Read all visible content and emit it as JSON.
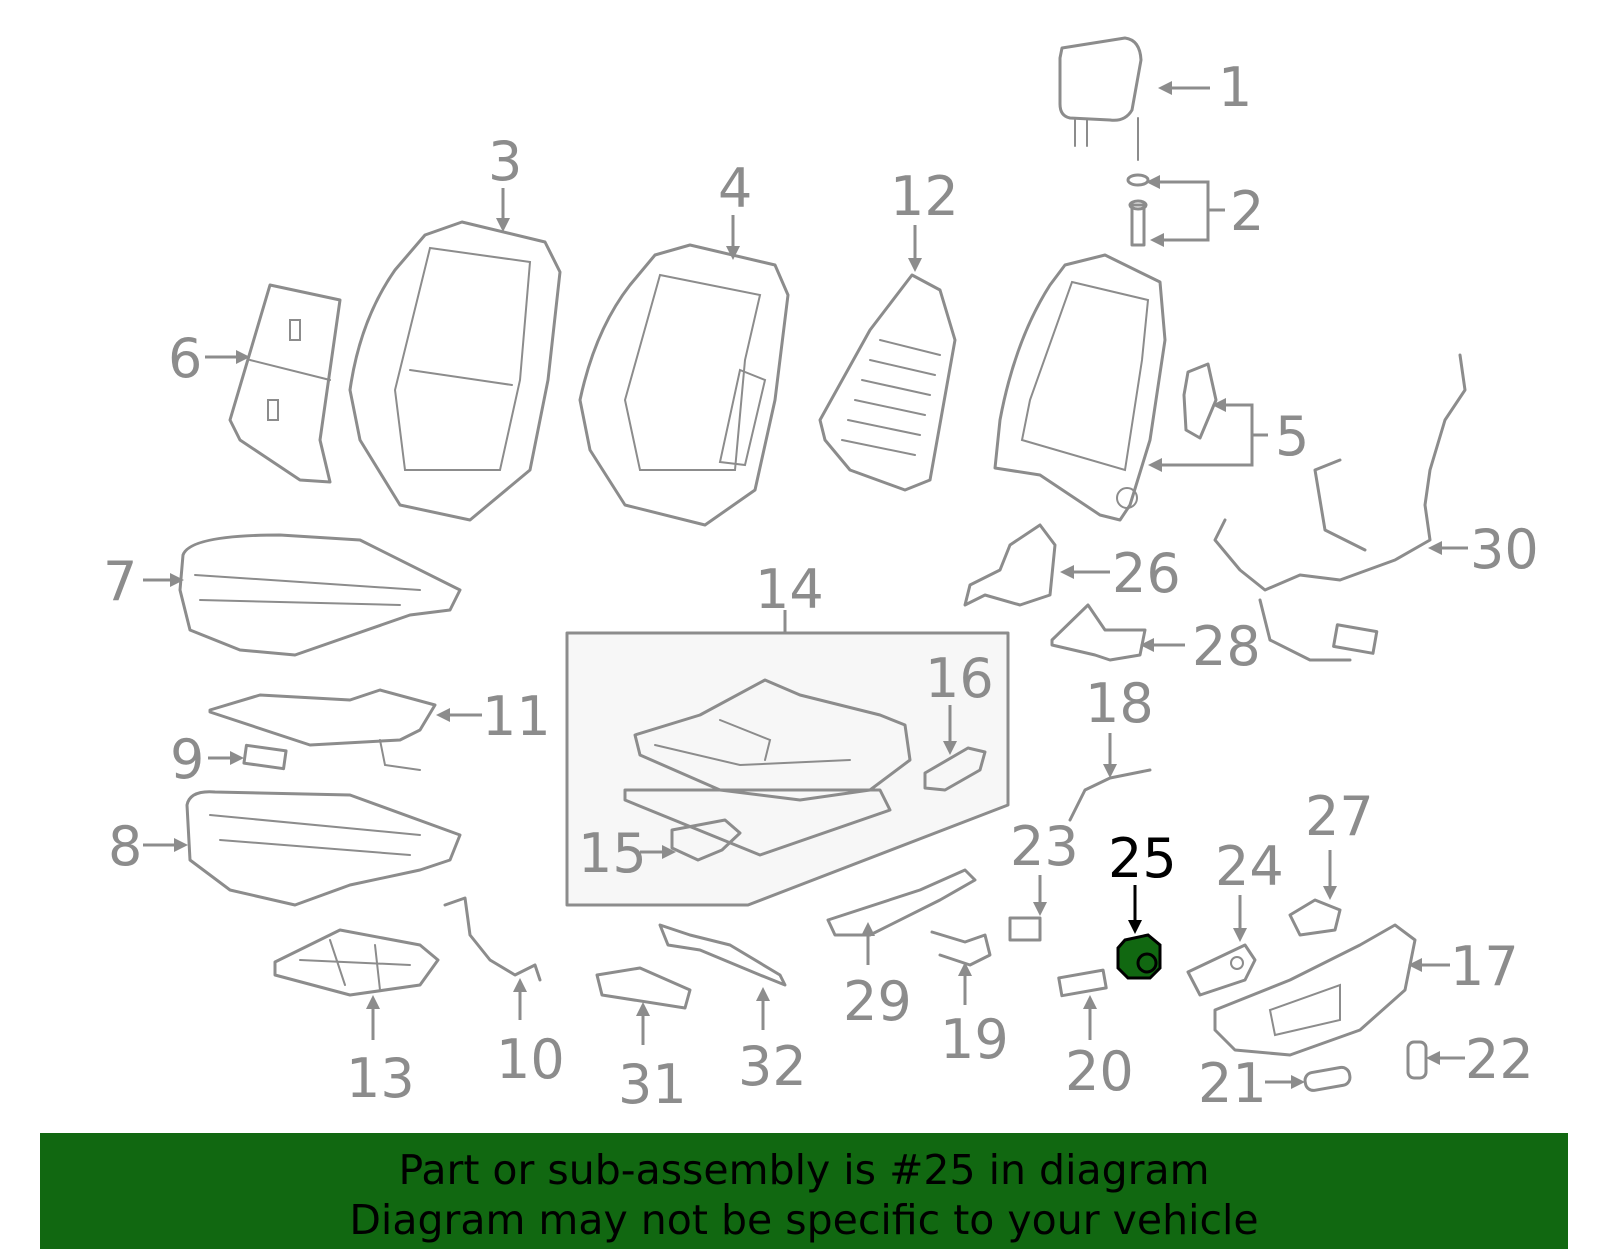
{
  "diagram": {
    "highlight_color": "#116811",
    "line_color": "#8c8c8c",
    "highlighted_part": "25",
    "callouts": [
      "1",
      "2",
      "3",
      "4",
      "5",
      "6",
      "7",
      "8",
      "9",
      "10",
      "11",
      "12",
      "13",
      "14",
      "15",
      "16",
      "17",
      "18",
      "19",
      "20",
      "21",
      "22",
      "23",
      "24",
      "25",
      "26",
      "27",
      "28",
      "29",
      "30",
      "31",
      "32"
    ]
  },
  "footer": {
    "line1": "Part or sub-assembly is #25 in diagram",
    "line2": "Diagram may not be specific to your vehicle",
    "background": "#116811"
  }
}
